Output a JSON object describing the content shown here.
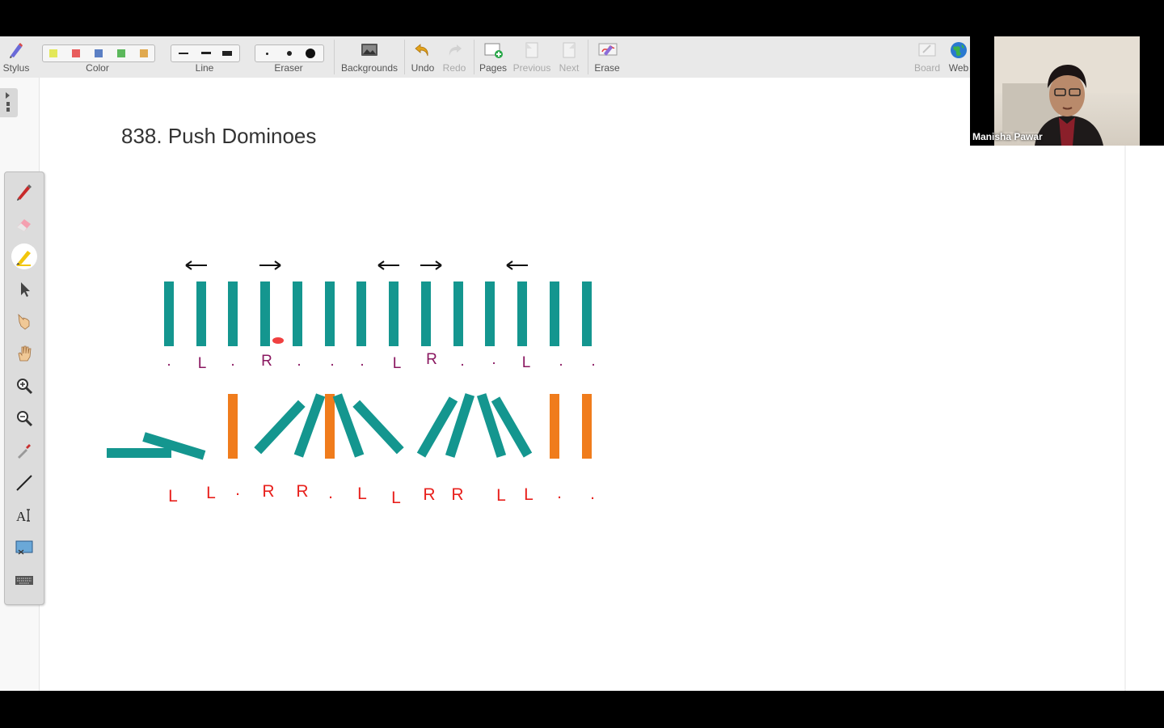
{
  "toolbar": {
    "stylus": "Stylus",
    "color": "Color",
    "line": "Line",
    "eraser": "Eraser",
    "backgrounds": "Backgrounds",
    "undo": "Undo",
    "redo": "Redo",
    "pages": "Pages",
    "previous": "Previous",
    "next": "Next",
    "erase": "Erase",
    "board": "Board",
    "web": "Web",
    "colors": [
      "#e3e85a",
      "#e85c5c",
      "#5b7fc4",
      "#5cb85c",
      "#e0a94f"
    ]
  },
  "sidebar_tools": [
    "pen-icon",
    "eraser-icon",
    "highlighter-icon",
    "select-arrow-icon",
    "pointer-hand-icon",
    "pan-hand-icon",
    "zoom-in-icon",
    "zoom-out-icon",
    "eyedropper-icon",
    "line-icon",
    "text-icon",
    "screen-capture-icon",
    "keyboard-icon"
  ],
  "page": {
    "title": "838. Push Dominoes"
  },
  "drawing": {
    "top_row_labels": [
      ".",
      "L",
      ".",
      "R",
      ".",
      ".",
      ".",
      "L",
      "R",
      ".",
      ".",
      "L",
      ".",
      "."
    ],
    "bottom_row_labels": [
      "L",
      "L",
      ".",
      "R",
      "R",
      ".",
      "L",
      "L",
      "R",
      "R",
      "L",
      "L",
      ".",
      "."
    ],
    "arrows": [
      "←",
      "→",
      "←",
      "→",
      "←"
    ],
    "colors": {
      "standing": "#14968f",
      "upright_result": "#f07c1c",
      "label_top": "#8a1760",
      "label_bottom": "#e8211d"
    }
  },
  "video": {
    "participant_name": "Manisha Pawar"
  }
}
